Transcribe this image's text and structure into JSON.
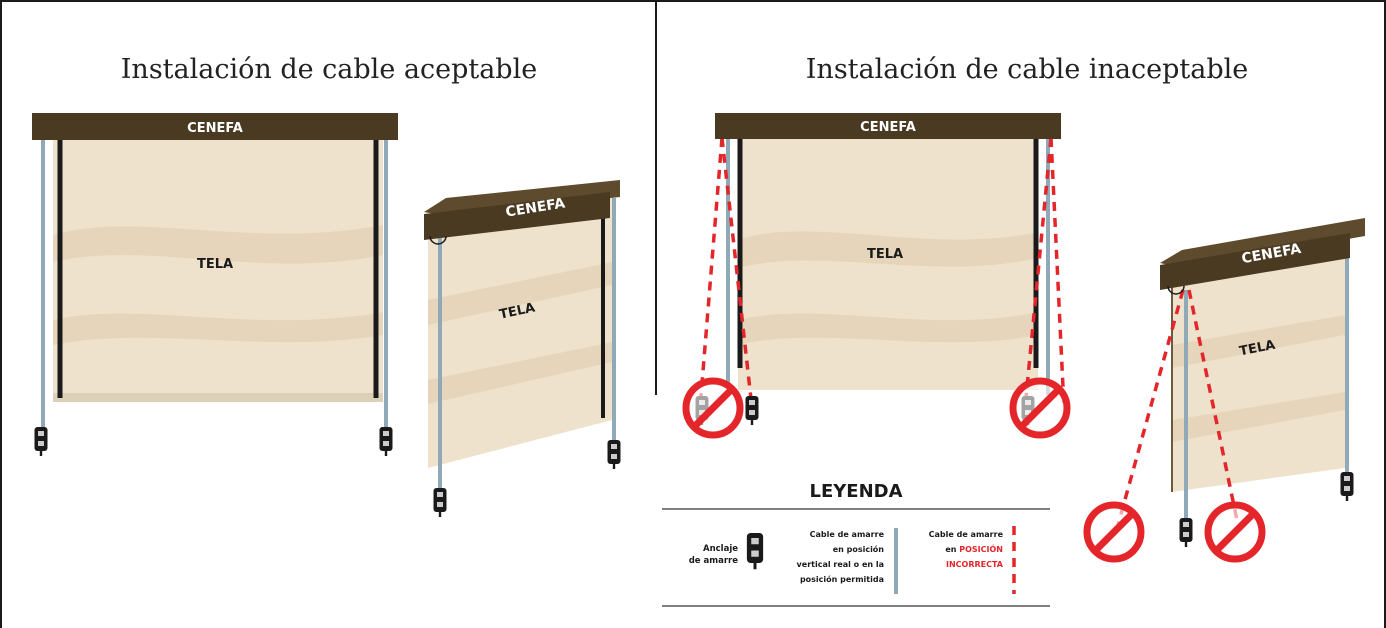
{
  "panels": {
    "acceptable": {
      "title": "Instalación de cable aceptable"
    },
    "unacceptable": {
      "title": "Instalación de cable inaceptable"
    }
  },
  "labels": {
    "valance": "CENEFA",
    "fabric": "TELA"
  },
  "legend": {
    "title": "LEYENDA",
    "anchor": {
      "line1": "Anclaje",
      "line2": "de amarre"
    },
    "correct": {
      "line1": "Cable de amarre",
      "line2": "en posición",
      "line3": "vertical real o en la",
      "line4": "posición permitida"
    },
    "incorrect": {
      "line1": "Cable de amarre",
      "line2_prefix": "en",
      "line2_highlight": "POSICIÓN",
      "line3": "INCORRECTA"
    }
  },
  "colors": {
    "valance": "#4a3a22",
    "fabric": "#efe2cd",
    "fabric_shade": "#e3d0b2",
    "cable": "#8fa9b8",
    "warning_red": "#e4262b",
    "frame_line": "#1a1a1a"
  }
}
